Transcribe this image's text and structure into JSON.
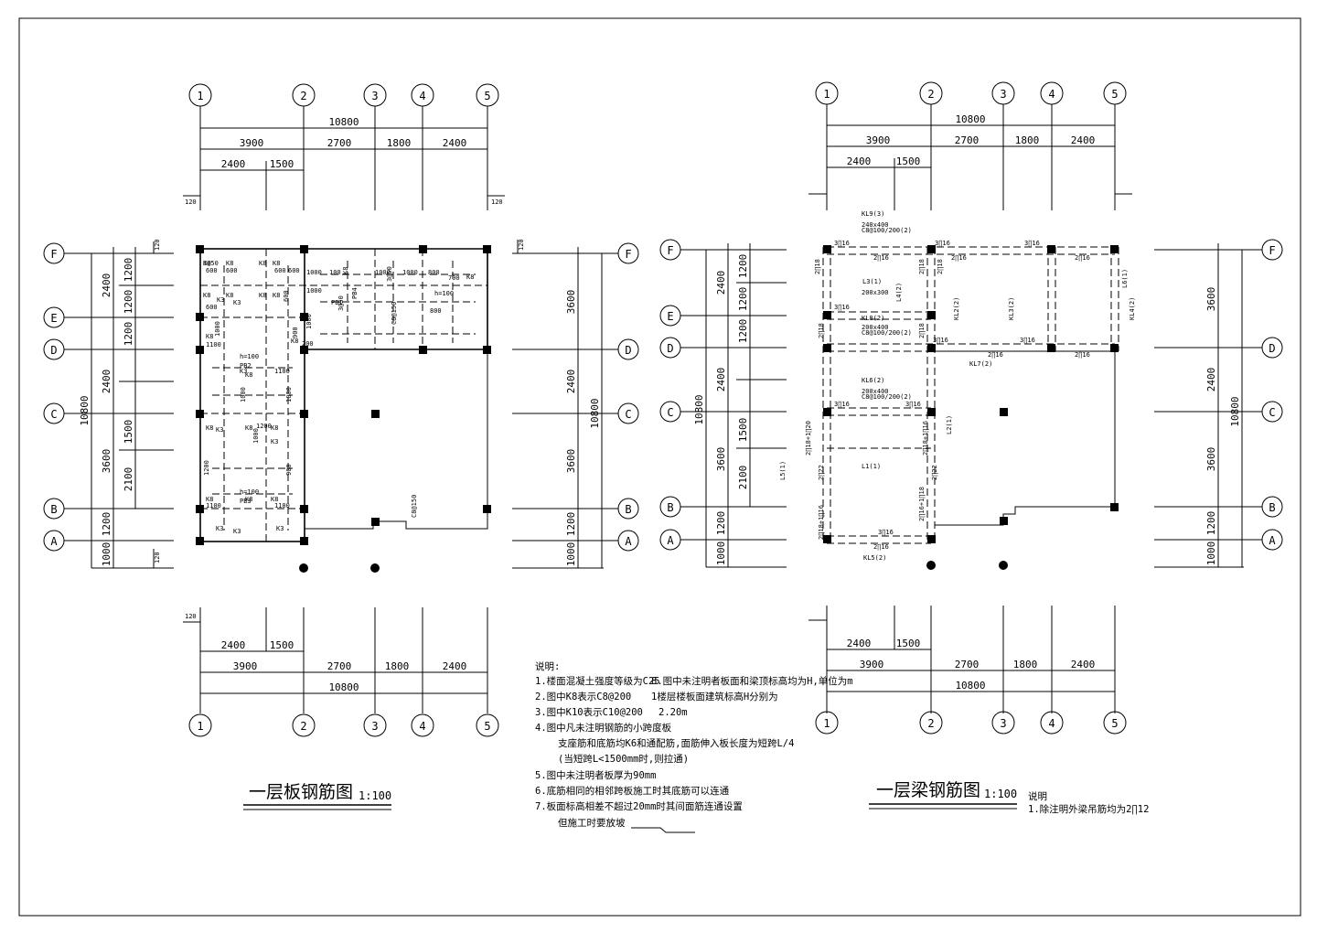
{
  "border": true,
  "plans": [
    {
      "id": "slab",
      "title": "一层板钢筋图",
      "scale": "1:100",
      "axes_x": [
        "1",
        "2",
        "3",
        "4",
        "5"
      ],
      "axes_y": [
        "F",
        "E",
        "D",
        "C",
        "B",
        "A"
      ],
      "dims_top": {
        "total": "10800",
        "spans": [
          "3900",
          "2700",
          "1800",
          "2400"
        ],
        "sub": [
          "2400",
          "1500"
        ]
      },
      "dims_bottom": {
        "total": "10800",
        "spans": [
          "3900",
          "2700",
          "1800",
          "2400"
        ],
        "sub": [
          "2400",
          "1500"
        ]
      },
      "dims_left": {
        "total": "10800",
        "big": [
          "2400",
          "2400",
          "3600",
          "1200",
          "1000"
        ],
        "small": [
          "1200",
          "1200",
          "1200",
          "1500",
          "2100"
        ]
      },
      "dims_right": {
        "total": "10800",
        "big": [
          "3600",
          "2400",
          "3600",
          "1200",
          "1000"
        ]
      },
      "edge_labels": {
        "top_left": "120",
        "top_right": "120",
        "left_top": "120",
        "left_bottom": "120",
        "right_top": "120",
        "bottom_left": "120"
      },
      "labels": [
        "K8",
        "K8",
        "K8",
        "K8",
        "K8",
        "K8",
        "K8",
        "K8",
        "K8",
        "K8",
        "K8",
        "K8",
        "K8",
        "K8",
        "K8",
        "K8",
        "K8",
        "K8",
        "K8",
        "K3",
        "K3",
        "K3",
        "K3",
        "K3",
        "K3",
        "K3",
        "K3",
        "1000",
        "1000",
        "1000",
        "1000",
        "1000",
        "1000",
        "1000",
        "1000",
        "1000",
        "600",
        "600",
        "600",
        "600",
        "600",
        "700",
        "800",
        "800",
        "1100",
        "1100",
        "1100",
        "1100",
        "1200",
        "1200",
        "900",
        "900",
        "200",
        "100",
        "PB1",
        "h=100",
        "PB2",
        "h=100",
        "PB3",
        "h=100",
        "PB4",
        "C8@150",
        "C8@150",
        "600",
        "3@50",
        "3@50",
        "3@50"
      ]
    },
    {
      "id": "beam",
      "title": "一层梁钢筋图",
      "scale": "1:100",
      "note_heading": "说明",
      "note_text": "1.除注明外梁吊筋均为2∏12",
      "axes_x": [
        "1",
        "2",
        "3",
        "4",
        "5"
      ],
      "axes_y": [
        "F",
        "E",
        "D",
        "C",
        "B",
        "A"
      ],
      "dims_top": {
        "total": "10800",
        "spans": [
          "3900",
          "2700",
          "1800",
          "2400"
        ],
        "sub": [
          "2400",
          "1500"
        ]
      },
      "dims_bottom": {
        "total": "10800",
        "spans": [
          "3900",
          "2700",
          "1800",
          "2400"
        ],
        "sub": [
          "2400",
          "1500"
        ]
      },
      "dims_left": {
        "total": "10800",
        "big": [
          "2400",
          "2400",
          "3600",
          "1200",
          "1000"
        ],
        "small": [
          "1200",
          "1200",
          "1200",
          "1500",
          "2100"
        ]
      },
      "dims_right": {
        "total": "10800",
        "big": [
          "3600",
          "2400",
          "3600",
          "1200",
          "1000"
        ]
      },
      "beam_labels": [
        "KL9(3)",
        "KL2(2)",
        "KL3(2)",
        "KL4(2)",
        "KL5(2)",
        "KL6(2)",
        "KL7(2)",
        "KL8(2)",
        "L1(1)",
        "L2(1)",
        "L3(1)",
        "L4(2)",
        "L5(1)",
        "L6(1)"
      ],
      "rebar_labels": [
        "3∏16",
        "3∏16",
        "3∏16",
        "3∏16",
        "3∏16",
        "3∏16",
        "3∏16",
        "3∏16",
        "3∏16",
        "2∏16",
        "2∏16",
        "2∏16",
        "2∏16",
        "2∏16",
        "2∏16",
        "2∏18",
        "2∏18",
        "2∏18",
        "2∏18",
        "2∏18",
        "2∏22",
        "2∏22",
        "2∏18+1∏16",
        "2∏18+1∏20",
        "2∏16+1∏18",
        "2∏18+1∏16",
        "240x400",
        "200x400",
        "200x400",
        "200x300",
        "C8@100/200(2)",
        "C8@100/200(2)",
        "C8@100/200(2)"
      ]
    }
  ],
  "notes": {
    "heading": "说明:",
    "left_col": [
      "1.楼面混凝土强度等级为C25",
      "2.图中K8表示C8@200",
      "3.图中K10表示C10@200",
      "4.图中凡未注明钢筋的小跨度板",
      "支座筋和底筋均K6和通配筋,面筋伸入板长度为短跨L/4",
      "(当短跨L<1500mm时,则拉通)",
      "5.图中未注明者板厚为90mm",
      "6.底筋相同的相邻跨板施工时其底筋可以连通",
      "7.板面标高相差不超过20mm时其间面筋连通设置",
      "但施工时要放坡"
    ],
    "right_col": [
      "8.图中未注明者板面和梁顶标高均为H,单位为m",
      "1楼层楼板面建筑标高H分别为",
      "2.20m"
    ]
  }
}
